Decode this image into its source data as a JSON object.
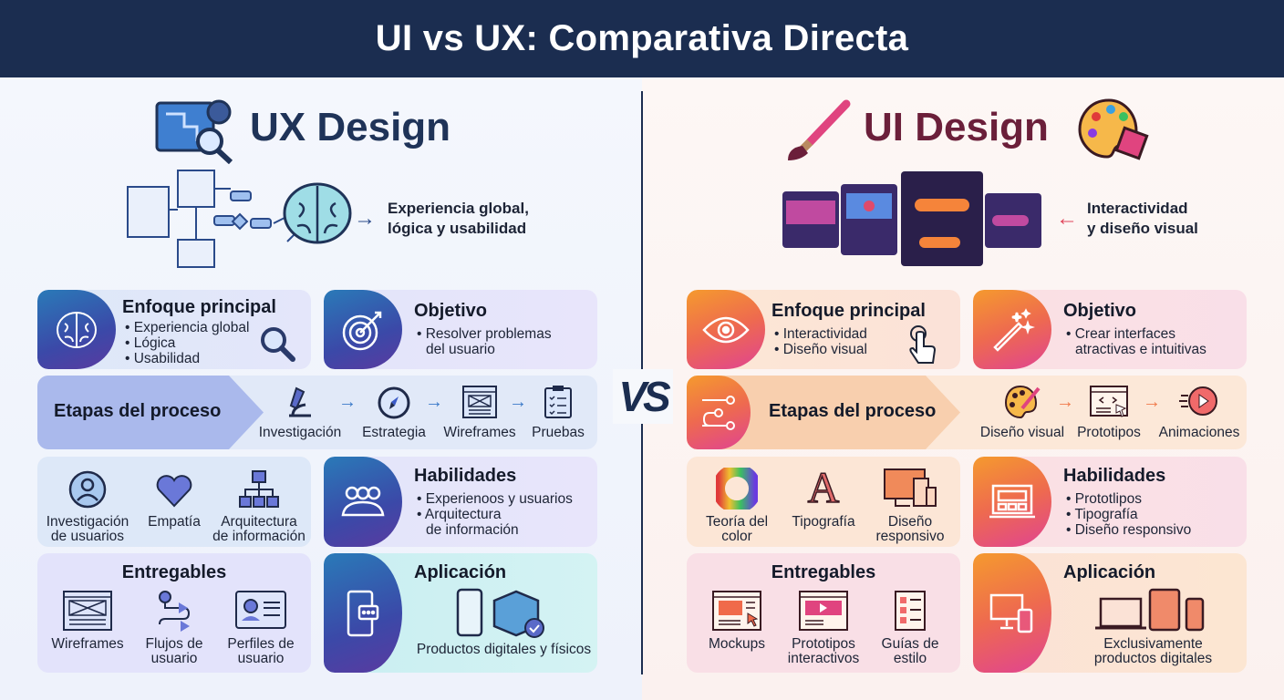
{
  "header": {
    "title": "UI vs UX: Comparativa Directa"
  },
  "vs": "VS",
  "ux": {
    "title": "UX Design",
    "tagline": "Experiencia global,\nlógica y usabilidad",
    "color": "#1f3358",
    "enfoque": {
      "title": "Enfoque principal",
      "bullets": [
        "Experiencia global",
        "Lógica",
        "Usabilidad"
      ]
    },
    "objetivo": {
      "title": "Objetivo",
      "bullets": [
        "Resolver problemas\ndel usuario"
      ]
    },
    "etapas": {
      "title": "Etapas del proceso",
      "steps": [
        "Investigación",
        "Estrategia",
        "Wireframes",
        "Pruebas"
      ]
    },
    "skills_icons": [
      "Investigación\nde usuarios",
      "Empatía",
      "Arquitectura\nde información"
    ],
    "habilidades": {
      "title": "Habilidades",
      "bullets": [
        "Experienoos y usuarios",
        "Arquitectura\nde información"
      ]
    },
    "entregables": {
      "title": "Entregables",
      "items": [
        "Wireframes",
        "Flujos de\nusuario",
        "Perfiles de\nusuario"
      ]
    },
    "aplicacion": {
      "title": "Aplicación",
      "text": "Productos digitales y físicos"
    }
  },
  "ui": {
    "title": "UI Design",
    "tagline": "Interactividad\ny diseño visual",
    "color": "#6b1f3a",
    "enfoque": {
      "title": "Enfoque principal",
      "bullets": [
        "Interactividad",
        "Diseño visual"
      ]
    },
    "objetivo": {
      "title": "Objetivo",
      "bullets": [
        "Crear interfaces\natractivas e intuitivas"
      ]
    },
    "etapas": {
      "title": "Etapas del proceso",
      "steps": [
        "Diseño visual",
        "Prototipos",
        "Animaciones"
      ]
    },
    "skills_icons": [
      "Teoría del\ncolor",
      "Tipografía",
      "Diseño\nresponsivo"
    ],
    "habilidades": {
      "title": "Habilidades",
      "bullets": [
        "Prototlipos",
        "Tipografía",
        "Diseño responsivo"
      ]
    },
    "entregables": {
      "title": "Entregables",
      "items": [
        "Mockups",
        "Prototipos\ninteractivos",
        "Guías de\nestilo"
      ]
    },
    "aplicacion": {
      "title": "Aplicación",
      "text": "Exclusivamente\nproductos digitales"
    }
  }
}
